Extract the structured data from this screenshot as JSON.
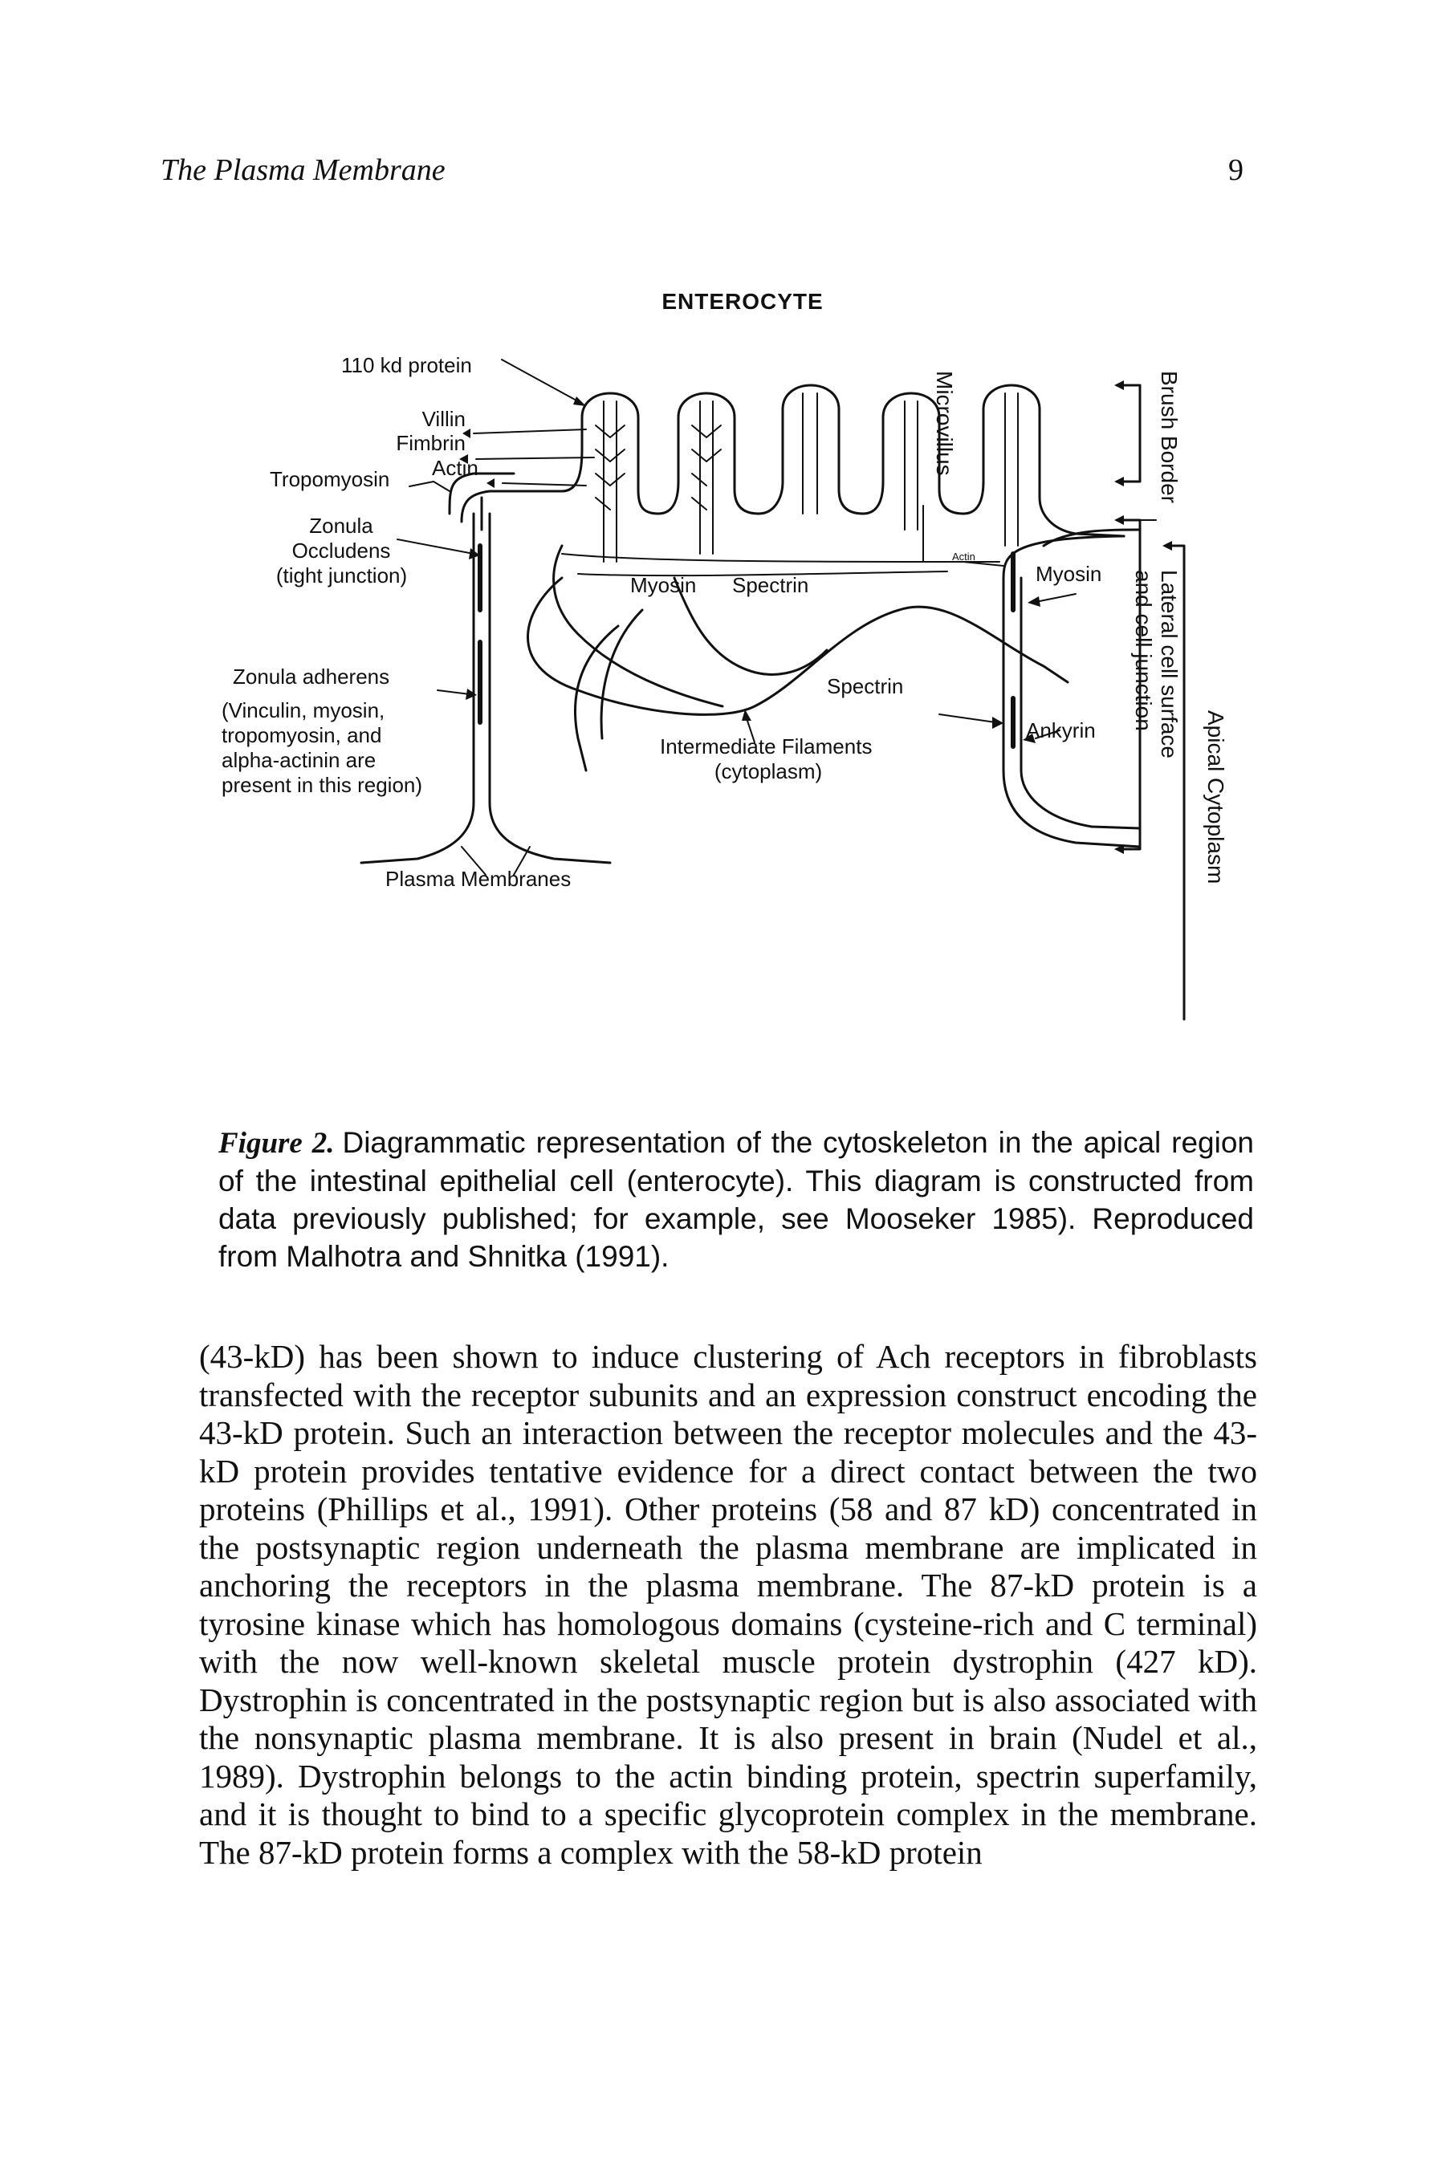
{
  "header": {
    "running_title": "The Plasma Membrane",
    "page_number": "9"
  },
  "figure": {
    "title": "ENTEROCYTE",
    "labels": {
      "protein_110kd": "110 kd protein",
      "villin": "Villin",
      "fimbrin": "Fimbrin",
      "tropomyosin": "Tropomyosin",
      "actin": "Actin",
      "zonula_occludens_1": "Zonula",
      "zonula_occludens_2": "Occludens",
      "zonula_occludens_3": "(tight junction)",
      "zonula_adherens_1": "Zonula adherens",
      "zonula_adherens_2": "(Vinculin, myosin,",
      "zonula_adherens_3": "tropomyosin, and",
      "zonula_adherens_4": "alpha-actinin are",
      "zonula_adherens_5": "present in this region)",
      "plasma_membranes": "Plasma Membranes",
      "myosin_center": "Myosin",
      "spectrin_center": "Spectrin",
      "spectrin_lower": "Spectrin",
      "actin_small": "Actin",
      "intermediate_filaments_1": "Intermediate Filaments",
      "intermediate_filaments_2": "(cytoplasm)",
      "myosin_right": "Myosin",
      "ankyrin": "Ankyrin",
      "microvillus": "Microvillus",
      "brush_border": "Brush Border",
      "lateral_cell_surface_1": "Lateral cell surface",
      "lateral_cell_surface_2": "and cell junction",
      "apical_cytoplasm": "Apical Cytoplasm"
    }
  },
  "caption": {
    "label": "Figure 2.",
    "text": "Diagrammatic representation of the cytoskeleton in the apical region of the intestinal epithelial cell (enterocyte). This diagram is constructed from data previously published; for example, see Mooseker 1985). Reproduced from Malhotra and Shnitka (1991)."
  },
  "body": {
    "paragraph": "(43-kD) has been shown to induce clustering of Ach receptors in fibroblasts transfected with the receptor subunits and an expression construct encoding the 43-kD protein. Such an interaction between the receptor molecules and the 43-kD protein provides tentative evidence for a direct contact between the two proteins (Phillips et al., 1991). Other proteins (58 and 87 kD) concentrated in the postsynaptic region underneath the plasma membrane are implicated in anchoring the receptors in the plasma membrane. The 87-kD protein is a tyrosine kinase which has homologous domains (cysteine-rich and C terminal) with the now well-known skeletal muscle protein dystrophin (427 kD). Dystrophin is concentrated in the postsynaptic region but is also associated with the nonsynaptic plasma membrane. It is also present in brain (Nudel et al., 1989). Dystrophin belongs to the actin binding protein, spectrin superfamily, and it is thought to bind to a specific glycoprotein complex in the membrane. The 87-kD protein forms a complex with the 58-kD protein"
  }
}
